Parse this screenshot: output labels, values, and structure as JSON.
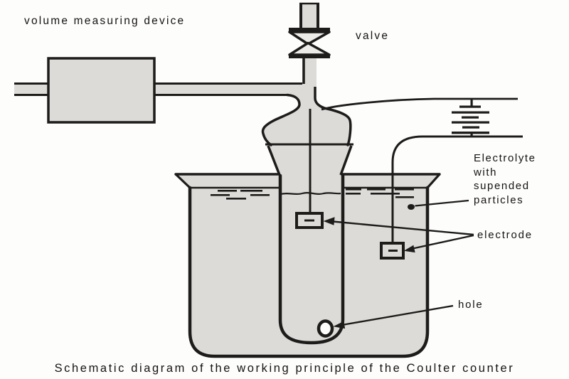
{
  "diagram": {
    "labels": {
      "volume_device": "volume measuring device",
      "valve": "valve",
      "electrolyte_lines": [
        "Electrolyte",
        "with",
        "supended",
        "particles"
      ],
      "electrode": "electrode",
      "hole": "hole"
    },
    "caption": "Schematic diagram of the working principle of the Coulter counter",
    "colors": {
      "fill_gray": "#dcdbd8",
      "line": "#1e1c1a",
      "background": "#fdfdfb"
    }
  }
}
